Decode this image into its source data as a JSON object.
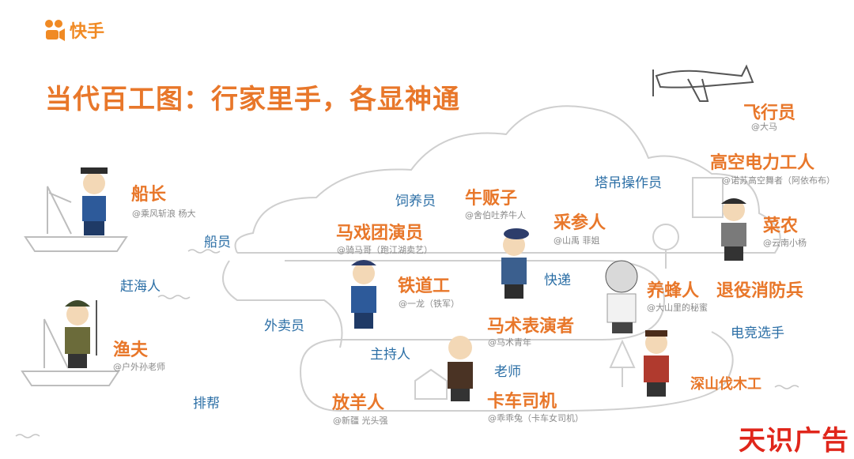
{
  "brand": {
    "name": "快手"
  },
  "title": "当代百工图：行家里手，各显神通",
  "jobs": [
    {
      "label": "船长",
      "handle": "@乘风斩浪 杨大"
    },
    {
      "label": "渔夫",
      "handle": "@户外孙老师"
    },
    {
      "label": "马戏团演员",
      "handle": "@骑马哥（跑江湖卖艺）"
    },
    {
      "label": "牛贩子",
      "handle": "@舍伯吐养牛人"
    },
    {
      "label": "采参人",
      "handle": "@山禹 菲姐"
    },
    {
      "label": "铁道工",
      "handle": "@一龙（铁军）"
    },
    {
      "label": "马术表演者",
      "handle": "@马术青年"
    },
    {
      "label": "养蜂人",
      "handle": "@大山里的秘蜜"
    },
    {
      "label": "退役消防兵",
      "handle": ""
    },
    {
      "label": "飞行员",
      "handle": "@大马"
    },
    {
      "label": "高空电力工人",
      "handle": "@诺苏高空舞者（阿依布布）"
    },
    {
      "label": "菜农",
      "handle": "@云南小杨"
    },
    {
      "label": "放羊人",
      "handle": "@新疆 光头强"
    },
    {
      "label": "卡车司机",
      "handle": "@乖乖兔（卡车女司机）"
    },
    {
      "label": "深山伐木工",
      "handle": ""
    }
  ],
  "minor_jobs": [
    "船员",
    "赶海人",
    "饲养员",
    "塔吊操作员",
    "快递",
    "外卖员",
    "主持人",
    "老师",
    "电竞选手",
    "排帮"
  ],
  "watermark": "天识广告",
  "colors": {
    "accent": "#e8772a",
    "minor": "#2c6fa6",
    "line": "#c9c9c9",
    "ad": "#e0261b"
  }
}
